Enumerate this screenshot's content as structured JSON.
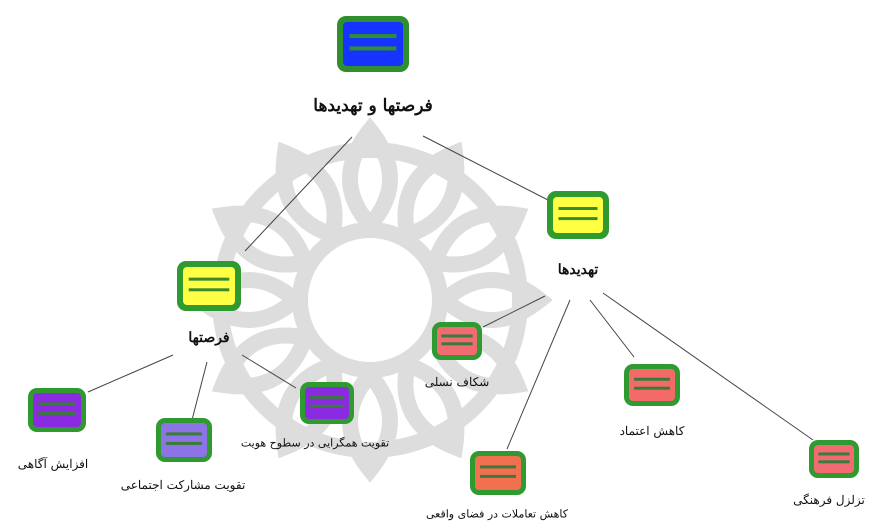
{
  "diagram": {
    "type": "tree",
    "nodes": {
      "root": {
        "label": "فرصتها و تهدیدها",
        "fill": "#1733ff",
        "border": "#2f8f2f",
        "bar": "#2f8f2f"
      },
      "opportunities": {
        "label": "فرصتها",
        "fill": "#ffff44",
        "border": "#2f9a2f",
        "bar": "#3a8a2a"
      },
      "threats": {
        "label": "تهدیدها",
        "fill": "#ffff44",
        "border": "#2f9a2f",
        "bar": "#3a8a2a"
      },
      "awareness": {
        "label": "افزایش آگاهی",
        "fill": "#8a2be2",
        "border": "#2f9a2f",
        "bar": "#3a7a3a"
      },
      "participation": {
        "label": "تقویت مشارکت اجتماعی",
        "fill": "#8c74e6",
        "border": "#2f9a2f",
        "bar": "#3a7a3a"
      },
      "convergence": {
        "label": "تقویت همگرایی در سطوح هویت",
        "fill": "#8a2be2",
        "border": "#2f9a2f",
        "bar": "#3a7a3a"
      },
      "generation_gap": {
        "label": "شکاف نسلی",
        "fill": "#f26b72",
        "border": "#2f9a2f",
        "bar": "#3a7a3a"
      },
      "real_interactions": {
        "label": "کاهش تعاملات در فضای واقعی",
        "fill": "#f07050",
        "border": "#2f9a2f",
        "bar": "#3a7a3a"
      },
      "trust": {
        "label": "کاهش اعتماد",
        "fill": "#f26b68",
        "border": "#2f9a2f",
        "bar": "#3a7a3a"
      },
      "cultural": {
        "label": "تزلزل فرهنگی",
        "fill": "#f26b72",
        "border": "#2f9a2f",
        "bar": "#3a7a3a"
      }
    },
    "edges": [
      [
        "root",
        "opportunities"
      ],
      [
        "root",
        "threats"
      ],
      [
        "opportunities",
        "awareness"
      ],
      [
        "opportunities",
        "participation"
      ],
      [
        "opportunities",
        "convergence"
      ],
      [
        "threats",
        "generation_gap"
      ],
      [
        "threats",
        "real_interactions"
      ],
      [
        "threats",
        "trust"
      ],
      [
        "threats",
        "cultural"
      ]
    ]
  }
}
